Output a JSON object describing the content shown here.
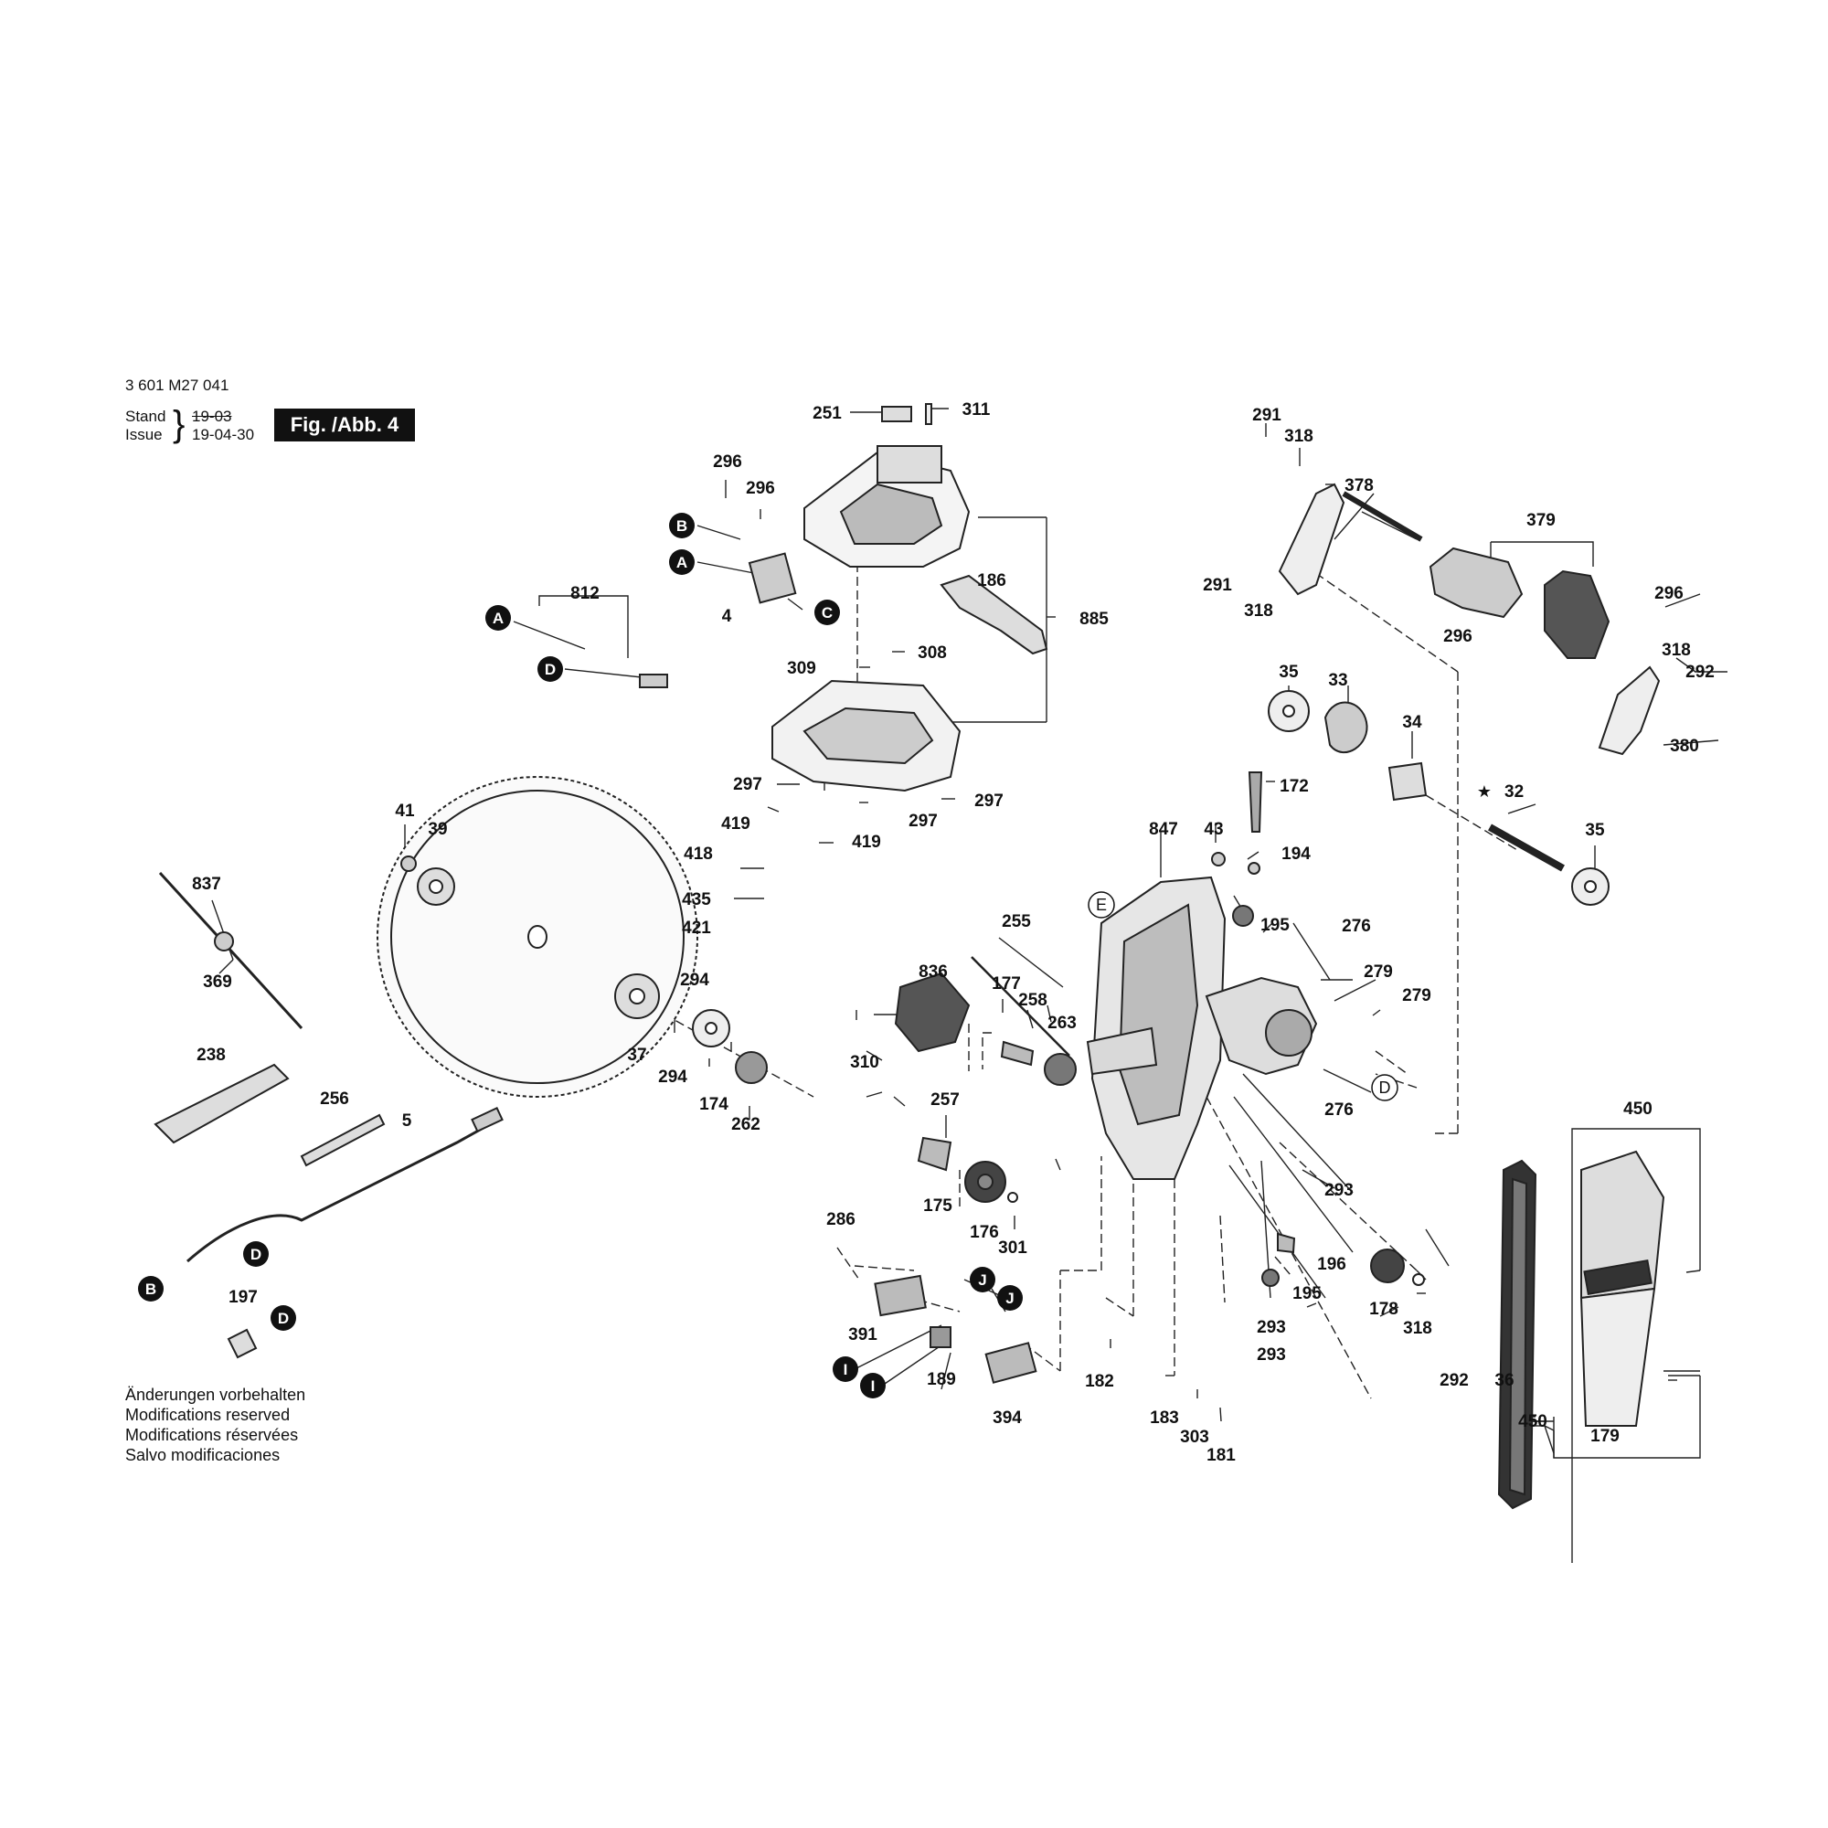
{
  "header": {
    "doc_number": "3 601 M27 041",
    "stand_label": "Stand",
    "issue_label": "Issue",
    "stand_value": "19-03",
    "issue_value": "19-04-30",
    "figure_label": "Fig. /Abb. 4"
  },
  "notes": [
    "Änderungen vorbehalten",
    "Modifications reserved",
    "Modifications réservées",
    "Salvo modificaciones"
  ],
  "connectors_filled": [
    "A",
    "B",
    "C",
    "D",
    "I",
    "J"
  ],
  "connectors_outline": [
    "E"
  ],
  "part_labels": [
    "251",
    "311",
    "296",
    "296",
    "812",
    "4",
    "186",
    "885",
    "309",
    "308",
    "297",
    "297",
    "297",
    "419",
    "419",
    "418",
    "435",
    "421",
    "41",
    "39",
    "837",
    "369",
    "238",
    "256",
    "5",
    "294",
    "37",
    "294",
    "174",
    "262",
    "836",
    "310",
    "255",
    "257",
    "177",
    "258",
    "263",
    "175",
    "176",
    "301",
    "286",
    "391",
    "189",
    "394",
    "197",
    "182",
    "183",
    "303",
    "181",
    "847",
    "43",
    "194",
    "195",
    "172",
    "276",
    "279",
    "279",
    "276",
    "293",
    "196",
    "195",
    "293",
    "293",
    "178",
    "318",
    "292",
    "36",
    "291",
    "318",
    "378",
    "379",
    "291",
    "318",
    "296",
    "296",
    "318",
    "292",
    "35",
    "33",
    "34",
    "380",
    "32",
    "35",
    "450",
    "450",
    "179"
  ]
}
